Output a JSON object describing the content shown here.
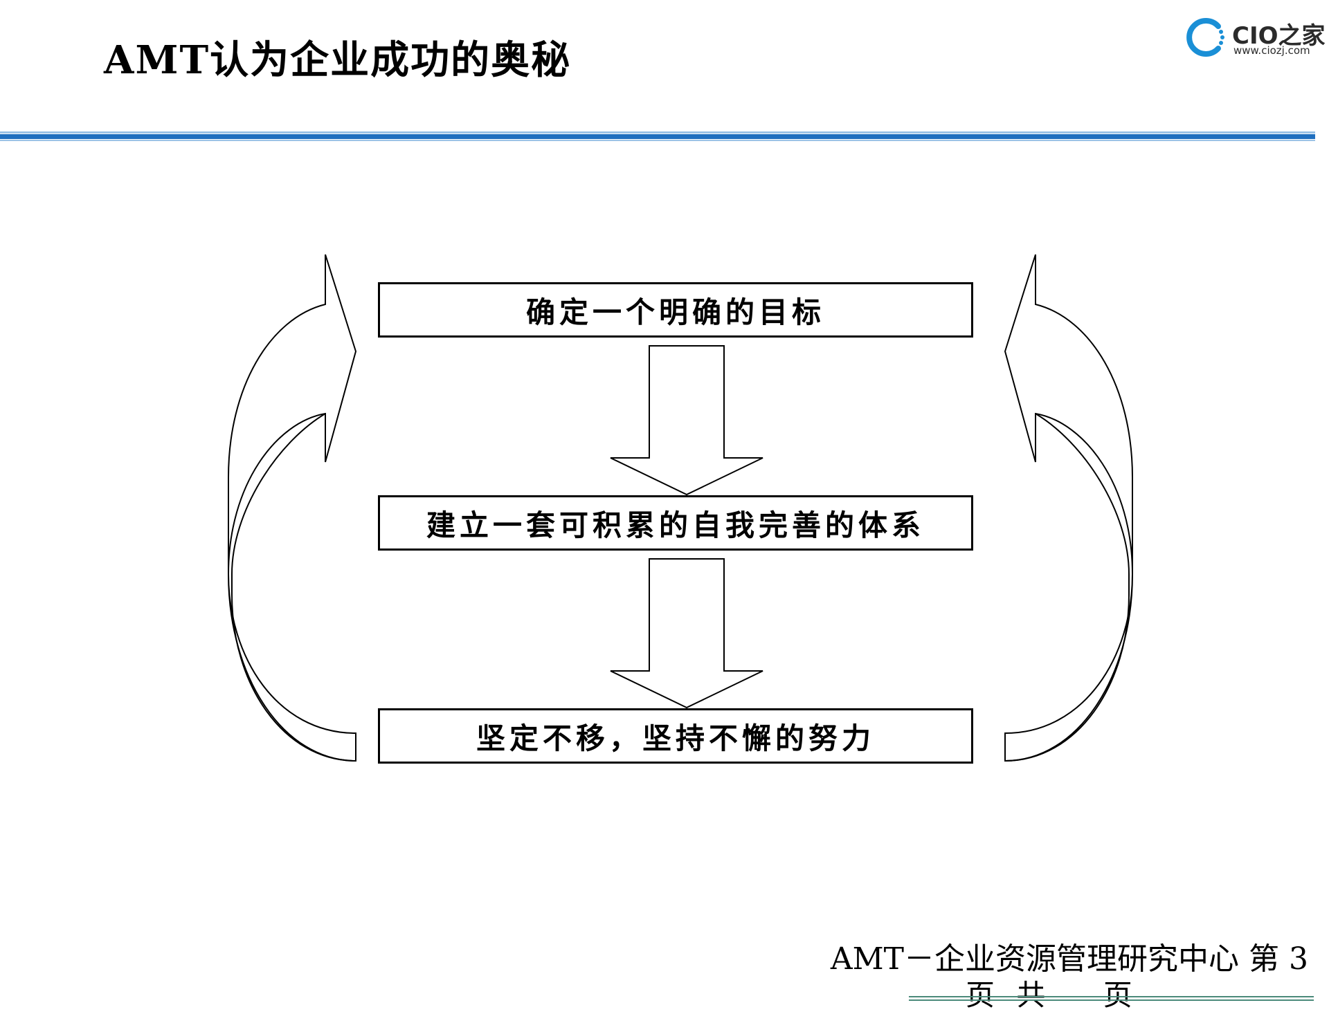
{
  "slide": {
    "title": "AMT认为企业成功的奥秘"
  },
  "logo": {
    "brand": "CIO之家",
    "url": "www.ciozj.com"
  },
  "diagram": {
    "steps": [
      "确定一个明确的目标",
      "建立一套可积累的自我完善的体系",
      "坚定不移，坚持不懈的努力"
    ]
  },
  "footer": {
    "org": "AMT－企业资源管理研究中心",
    "page_prefix": "第",
    "page_number": "3",
    "page_unit": "页",
    "total_prefix": "共",
    "total_unit": "页"
  },
  "colors": {
    "rule_blue": "#1f6fbf",
    "rule_light": "#9cc3e6",
    "footer_rule": "#4a8a7a",
    "logo_blue": "#1a8fd6"
  }
}
